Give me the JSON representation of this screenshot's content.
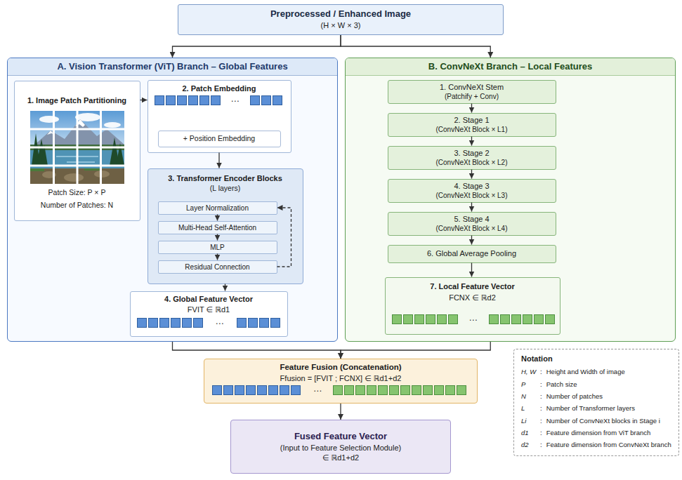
{
  "diagram": {
    "nodes": [
      {
        "text": [
          "Preprocessed / Enhanced Image",
          "(H × W × 3)"
        ]
      },
      {
        "text": [
          "A. Vision Transformer (ViT) Branch – Global Features"
        ]
      },
      {
        "text": [
          "1. Image Patch Partitioning",
          "Patch Size: P × P",
          "Number of Patches: N"
        ],
        "in": 1
      },
      {
        "text": [
          "2. Patch Embedding",
          "⋯"
        ],
        "in": 1
      },
      {
        "text": [
          "+ Position Embedding"
        ],
        "in": 3
      },
      {
        "text": [
          "3. Transformer Encoder Blocks",
          "(L layers)"
        ],
        "in": 1
      },
      {
        "text": [
          "Layer Normalization"
        ],
        "in": 5
      },
      {
        "text": [
          "Multi-Head Self-Attention"
        ],
        "in": 5
      },
      {
        "text": [
          "MLP"
        ],
        "in": 5
      },
      {
        "text": [
          "Residual Connection"
        ],
        "in": 5
      },
      {
        "text": [
          "4. Global Feature Vector",
          "FVIT ∈ ℝd1",
          "⋯"
        ],
        "in": 1
      },
      {
        "text": [
          "B. ConvNeXt Branch – Local Features"
        ]
      },
      {
        "text": [
          "1. ConvNeXt Stem",
          "(Patchify + Conv)"
        ],
        "in": 11
      },
      {
        "text": [
          "2. Stage 1",
          "(ConvNeXt Block × L1)"
        ],
        "in": 11
      },
      {
        "text": [
          "3. Stage 2",
          "(ConvNeXt Block × L2)"
        ],
        "in": 11
      },
      {
        "text": [
          "4. Stage 3",
          "(ConvNeXt Block × L3)"
        ],
        "in": 11
      },
      {
        "text": [
          "5. Stage 4",
          "(ConvNeXt Block × L4)"
        ],
        "in": 11
      },
      {
        "text": [
          "6. Global Average Pooling"
        ],
        "in": 11
      },
      {
        "text": [
          "7. Local Feature Vector",
          "FCNX ∈ ℝd2",
          "⋯"
        ],
        "in": 11
      },
      {
        "text": [
          "Feature Fusion (Concatenation)",
          "Ffusion = [FVIT ; FCNX] ∈ ℝd1+d2",
          "⋯"
        ]
      },
      {
        "text": [
          "Fused Feature Vector",
          "(Input to Feature Selection Module)",
          "∈ ℝd1+d2"
        ]
      },
      {
        "text": [
          "Notation",
          "H, W",
          ":",
          "Height and Width of image",
          "P",
          ":",
          "Patch size",
          "N",
          ":",
          "Number of patches",
          "L",
          ":",
          "Number of Transformer layers",
          "Li",
          ":",
          "Number of ConvNeXt blocks in Stage i",
          "d1",
          ":",
          "Feature dimension from ViT branch",
          "d2",
          ":",
          "Feature dimension from ConvNeXt branch"
        ]
      }
    ],
    "edges": [
      {
        "from": 0,
        "to": 1,
        "arrow": "to"
      },
      {
        "from": 0,
        "to": 11,
        "arrow": "to"
      },
      {
        "from": 2,
        "to": 3,
        "arrow": "to"
      },
      {
        "from": 3,
        "to": 5,
        "arrow": "to"
      },
      {
        "from": 6,
        "to": 7,
        "arrow": "to"
      },
      {
        "from": 7,
        "to": 8,
        "arrow": "to"
      },
      {
        "from": 8,
        "to": 9,
        "arrow": "to"
      },
      {
        "from": 9,
        "to": 6,
        "arrow": "to"
      },
      {
        "from": 5,
        "to": 10,
        "arrow": "to"
      },
      {
        "from": 12,
        "to": 13,
        "arrow": "to"
      },
      {
        "from": 13,
        "to": 14,
        "arrow": "to"
      },
      {
        "from": 14,
        "to": 15,
        "arrow": "to"
      },
      {
        "from": 15,
        "to": 16,
        "arrow": "to"
      },
      {
        "from": 16,
        "to": 17,
        "arrow": "to"
      },
      {
        "from": 17,
        "to": 18,
        "arrow": "to"
      },
      {
        "from": 1,
        "to": 19,
        "arrow": "to"
      },
      {
        "from": 11,
        "to": 19,
        "arrow": "to"
      },
      {
        "from": 19,
        "to": 20,
        "arrow": "to"
      }
    ]
  }
}
